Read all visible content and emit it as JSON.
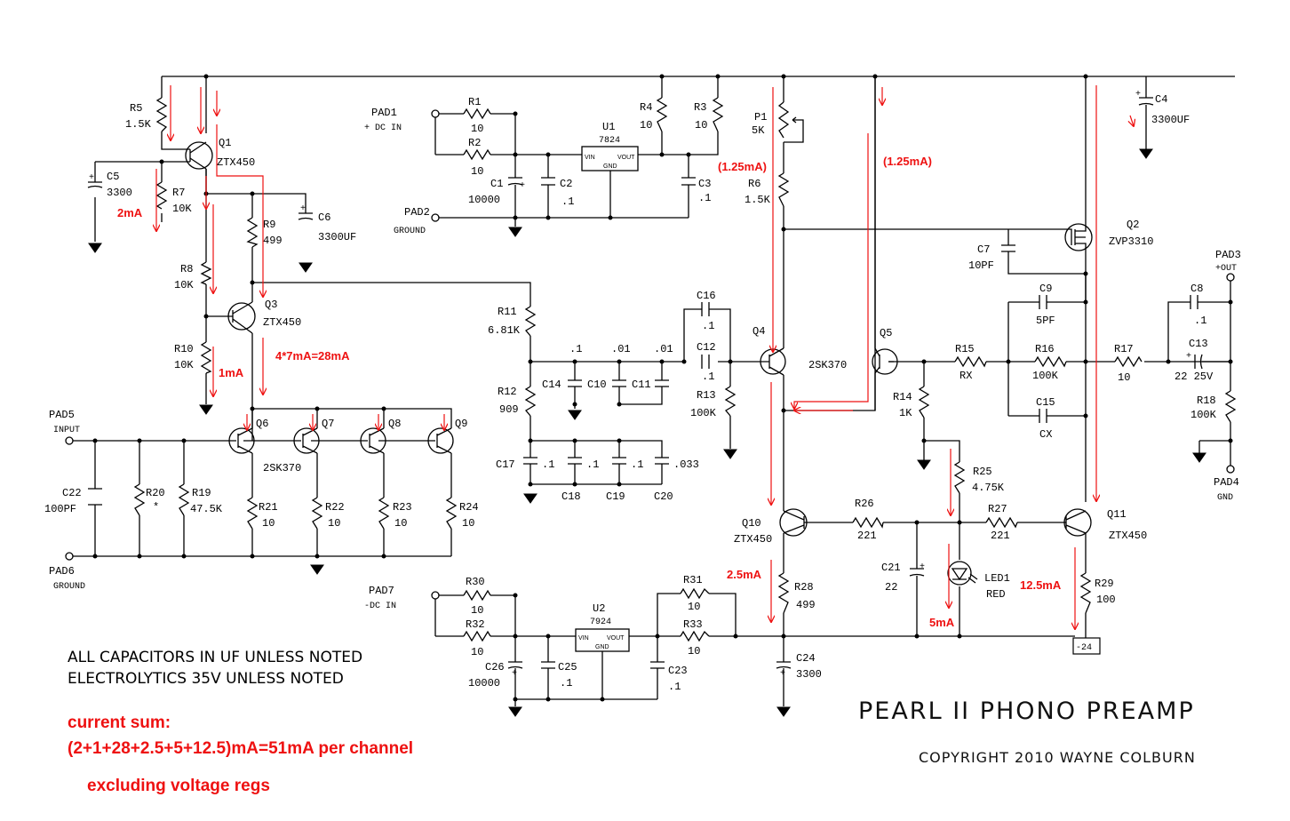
{
  "title": "PEARL II  PHONO PREAMP",
  "copyright": "COPYRIGHT 2010 WAYNE COLBURN",
  "notes": [
    "ALL CAPACITORS IN UF UNLESS NOTED",
    "ELECTROLYTICS 35V UNLESS NOTED"
  ],
  "current_sum": {
    "line1": "current sum:",
    "line2": "(2+1+28+2.5+5+12.5)mA=51mA per channel",
    "line3": "excluding voltage regs"
  },
  "pads": {
    "pad1": [
      "PAD1",
      "+ DC IN"
    ],
    "pad2": [
      "PAD2",
      "GROUND"
    ],
    "pad3": [
      "PAD3",
      "+OUT"
    ],
    "pad4": [
      "PAD4",
      "GND"
    ],
    "pad5": [
      "PAD5",
      "INPUT"
    ],
    "pad6": [
      "PAD6",
      "GROUND"
    ],
    "pad7": [
      "PAD7",
      "-DC IN"
    ]
  },
  "regulators": {
    "u1": {
      "ref": "U1",
      "part": "7824",
      "vin": "VIN",
      "vout": "VOUT",
      "gnd": "GND"
    },
    "u2": {
      "ref": "U2",
      "part": "7924",
      "vin": "VIN",
      "vout": "VOUT",
      "gnd": "GND"
    }
  },
  "neg_rail_box": "-24",
  "resistors": {
    "R1": [
      "R1",
      "10"
    ],
    "R2": [
      "R2",
      "10"
    ],
    "R3": [
      "R3",
      "10"
    ],
    "R4": [
      "R4",
      "10"
    ],
    "R5": [
      "R5",
      "1.5K"
    ],
    "R6": [
      "R6",
      "1.5K"
    ],
    "R7": [
      "R7",
      "10K"
    ],
    "R8": [
      "R8",
      "10K"
    ],
    "R9": [
      "R9",
      "499"
    ],
    "R10": [
      "R10",
      "10K"
    ],
    "R11": [
      "R11",
      "6.81K"
    ],
    "R12": [
      "R12",
      "909"
    ],
    "R13": [
      "R13",
      "100K"
    ],
    "R14": [
      "R14",
      "1K"
    ],
    "R15": [
      "R15",
      "RX"
    ],
    "R16": [
      "R16",
      "100K"
    ],
    "R17": [
      "R17",
      "10"
    ],
    "R18": [
      "R18",
      "100K"
    ],
    "R19": [
      "R19",
      "47.5K"
    ],
    "R20": [
      "R20",
      "*"
    ],
    "R21": [
      "R21",
      "10"
    ],
    "R22": [
      "R22",
      "10"
    ],
    "R23": [
      "R23",
      "10"
    ],
    "R24": [
      "R24",
      "10"
    ],
    "R25": [
      "R25",
      "4.75K"
    ],
    "R26": [
      "R26",
      "221"
    ],
    "R27": [
      "R27",
      "221"
    ],
    "R28": [
      "R28",
      "499"
    ],
    "R29": [
      "R29",
      "100"
    ],
    "R30": [
      "R30",
      "10"
    ],
    "R31": [
      "R31",
      "10"
    ],
    "R32": [
      "R32",
      "10"
    ],
    "R33": [
      "R33",
      "10"
    ],
    "P1": [
      "P1",
      "5K"
    ]
  },
  "capacitors": {
    "C1": [
      "C1",
      "10000"
    ],
    "C2": [
      "C2",
      ".1"
    ],
    "C3": [
      "C3",
      ".1"
    ],
    "C4": [
      "C4",
      "3300UF"
    ],
    "C5": [
      "C5",
      "3300"
    ],
    "C6": [
      "C6",
      "3300UF"
    ],
    "C7": [
      "C7",
      "10PF"
    ],
    "C8": [
      "C8",
      ".1"
    ],
    "C9": [
      "C9",
      "5PF"
    ],
    "C10": [
      "C10",
      ".01"
    ],
    "C11": [
      "C11",
      ".01"
    ],
    "C12": [
      "C12",
      ".1"
    ],
    "C13": [
      "C13",
      "22 25V"
    ],
    "C14": [
      "C14",
      ".1"
    ],
    "C15": [
      "C15",
      "CX"
    ],
    "C16": [
      "C16",
      ".1"
    ],
    "C17": [
      "C17",
      ".1"
    ],
    "C18": [
      "C18",
      ".1"
    ],
    "C19": [
      "C19",
      ".1"
    ],
    "C20": [
      "C20",
      ".033"
    ],
    "C21": [
      "C21",
      "22"
    ],
    "C22": [
      "C22",
      "100PF"
    ],
    "C23": [
      "C23",
      ".1"
    ],
    "C24": [
      "C24",
      "3300"
    ],
    "C25": [
      "C25",
      ".1"
    ],
    "C26": [
      "C26",
      "10000"
    ]
  },
  "transistors": {
    "Q1": [
      "Q1",
      "ZTX450"
    ],
    "Q2": [
      "Q2",
      "ZVP3310"
    ],
    "Q3": [
      "Q3",
      "ZTX450"
    ],
    "Q4": [
      "Q4",
      "2SK370"
    ],
    "Q5": [
      "Q5",
      ""
    ],
    "Q6": [
      "Q6",
      "2SK370"
    ],
    "Q7": [
      "Q7",
      ""
    ],
    "Q8": [
      "Q8",
      ""
    ],
    "Q9": [
      "Q9",
      ""
    ],
    "Q10": [
      "Q10",
      "ZTX450"
    ],
    "Q11": [
      "Q11",
      "ZTX450"
    ]
  },
  "led": [
    "LED1",
    "RED"
  ],
  "currents": {
    "q1": "2mA",
    "q3_r10": "1mA",
    "jfet_bank": "4*7mA=28mA",
    "q4": "(1.25mA)",
    "q5": "(1.25mA)",
    "q10": "2.5mA",
    "led": "5mA",
    "q11": "12.5mA"
  }
}
